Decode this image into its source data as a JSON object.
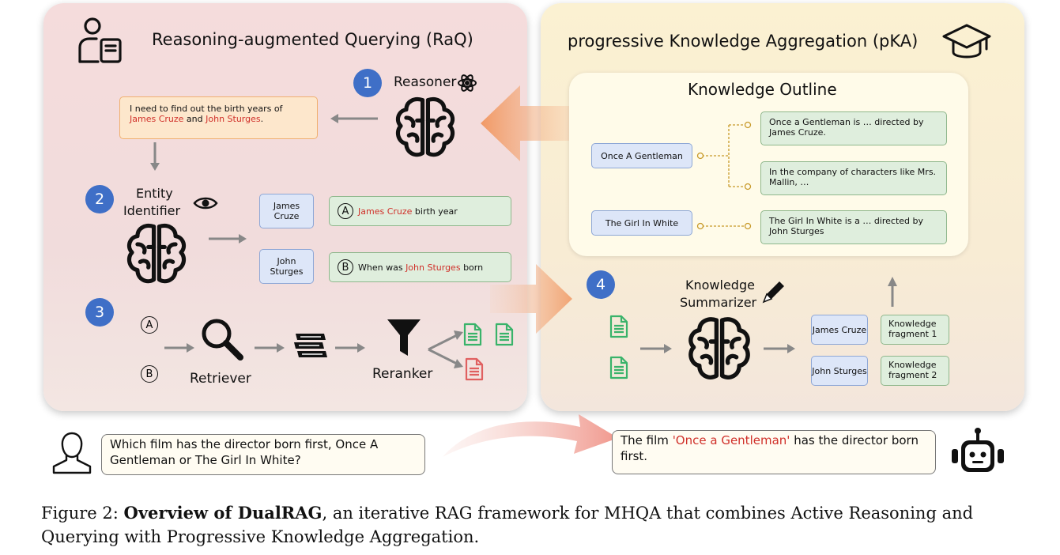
{
  "raq": {
    "title": "Reasoning-augmented Querying (RaQ)",
    "step1": {
      "num": "1",
      "label": "Reasoner"
    },
    "thought": {
      "pre": "I need to find out the birth years of",
      "ent1": "James Cruze",
      "and": "and",
      "ent2": "John Sturges",
      "dot": "."
    },
    "step2": {
      "num": "2",
      "label_line1": "Entity",
      "label_line2": "Identifier"
    },
    "entities": [
      "James Cruze",
      "John Sturges"
    ],
    "query_a": {
      "badge": "A",
      "ent": "James Cruze",
      "rest": "birth year"
    },
    "query_b": {
      "badge": "B",
      "pre": "When was",
      "ent": "John Sturges",
      "rest": "born"
    },
    "step3": {
      "num": "3",
      "badge_a": "A",
      "badge_b": "B",
      "retriever": "Retriever",
      "reranker": "Reranker"
    }
  },
  "pka": {
    "title": "progressive Knowledge Aggregation (pKA)",
    "outline_title": "Knowledge Outline",
    "topics": [
      "Once A Gentleman",
      "The Girl In White"
    ],
    "facts": [
      "Once a Gentleman is … directed by James Cruze.",
      "In the company of characters like Mrs. Mallin, …",
      "The Girl In White is a … directed by John Sturges"
    ],
    "step4": {
      "num": "4",
      "label_line1": "Knowledge",
      "label_line2": "Summarizer"
    },
    "entities": [
      "James Cruze",
      "John Sturges"
    ],
    "fragments": [
      "Knowledge fragment 1",
      "Knowledge fragment 2"
    ]
  },
  "question": "Which film has the director born first, Once A Gentleman or The Girl In White?",
  "answer": {
    "pre": "The film",
    "film": "'Once a Gentleman'",
    "post": "has the director born first."
  },
  "caption": {
    "prefix": "Figure 2:",
    "bold": "Overview of DualRAG",
    "rest": ", an iterative RAG framework for MHQA that combines Active Reasoning and Querying with Progressive Knowledge Aggregation."
  },
  "colors": {
    "accent_blue": "#3f6fc7",
    "entity_red": "#d0302a",
    "doc_green": "#39b36a",
    "doc_red": "#e06060"
  },
  "icons": [
    "user-computer-icon",
    "atom-icon",
    "eye-icon",
    "brain-icon",
    "magnifier-icon",
    "books-icon",
    "funnel-icon",
    "document-icon",
    "graduation-cap-icon",
    "pencil-icon",
    "person-icon",
    "robot-icon"
  ]
}
